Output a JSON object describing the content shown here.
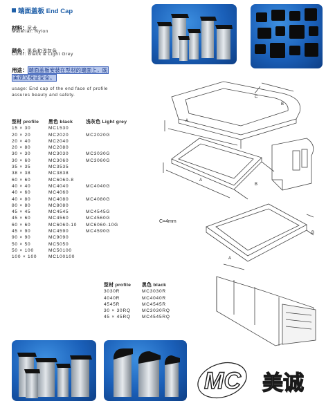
{
  "header": {
    "title_cn": "端面盖板",
    "title_en": "End Cap"
  },
  "material": {
    "label_cn": "材料：",
    "value_cn": "尼龙",
    "value_en": "Material: Nylon"
  },
  "color": {
    "label_cn": "颜色：",
    "value_cn": "黑色和浅灰色",
    "value_en": "Color: Black & Light Grey"
  },
  "usage": {
    "label_cn": "用途：",
    "text_cn_1": "端面盖板安装在型材的端面上，既",
    "text_cn_2": "美观又保证安全。",
    "text_en_1": "usage: End cap of the end face of profile",
    "text_en_2": "assures beauty and safety."
  },
  "table1": {
    "headers": [
      "型材 profile",
      "黑色 black",
      "浅灰色 Light grey"
    ],
    "rows": [
      [
        "15 × 30",
        "MC1530",
        ""
      ],
      [
        "20 × 20",
        "MC2020",
        "MC2020G"
      ],
      [
        "20 × 40",
        "MC2040",
        ""
      ],
      [
        "20 × 80",
        "MC2080",
        ""
      ],
      [
        "30 × 30",
        "MC3030",
        "MC3030G"
      ],
      [
        "30 × 60",
        "MC3060",
        "MC3060G"
      ],
      [
        "35 × 35",
        "MC3535",
        ""
      ],
      [
        "38 × 38",
        "MC3838",
        ""
      ],
      [
        "60 × 60",
        "MC6060-8",
        ""
      ],
      [
        "40 × 40",
        "MC4040",
        "MC4040G"
      ],
      [
        "40 × 60",
        "MC4060",
        ""
      ],
      [
        "40 × 80",
        "MC4080",
        "MC4080G"
      ],
      [
        "80 × 80",
        "MC8080",
        ""
      ],
      [
        "45 × 45",
        "MC4545",
        "MC4545G"
      ],
      [
        "45 × 60",
        "MC4560",
        "MC4560G"
      ],
      [
        "60 × 60",
        "MC6060-10",
        "MC6060-10G"
      ],
      [
        "45 × 90",
        "MC4590",
        "MC4590G"
      ],
      [
        "90 × 90",
        "MC9090",
        ""
      ],
      [
        "50 × 50",
        "MC5050",
        ""
      ],
      [
        "50 × 100",
        "MC50100",
        ""
      ],
      [
        "100 × 100",
        "MC100100",
        ""
      ]
    ]
  },
  "table2": {
    "headers": [
      "型材 profile",
      "黑色 black"
    ],
    "rows": [
      [
        "3030R",
        "MC3030R"
      ],
      [
        "4040R",
        "MC4040R"
      ],
      [
        "4545R",
        "MC4545R"
      ],
      [
        "30 × 30RQ",
        "MC3030RQ"
      ],
      [
        "45 × 45RQ",
        "MC4545RQ"
      ]
    ]
  },
  "drawings": {
    "label_a": "A",
    "label_b": "B",
    "label_c": "C",
    "note_c": "C=4mm"
  },
  "logo": {
    "mark": "MC",
    "cn": "美诚"
  },
  "colors": {
    "accent": "#1f5fa8",
    "photo_bg": "#1a5fb8",
    "highlight": "#b8c8ec"
  }
}
